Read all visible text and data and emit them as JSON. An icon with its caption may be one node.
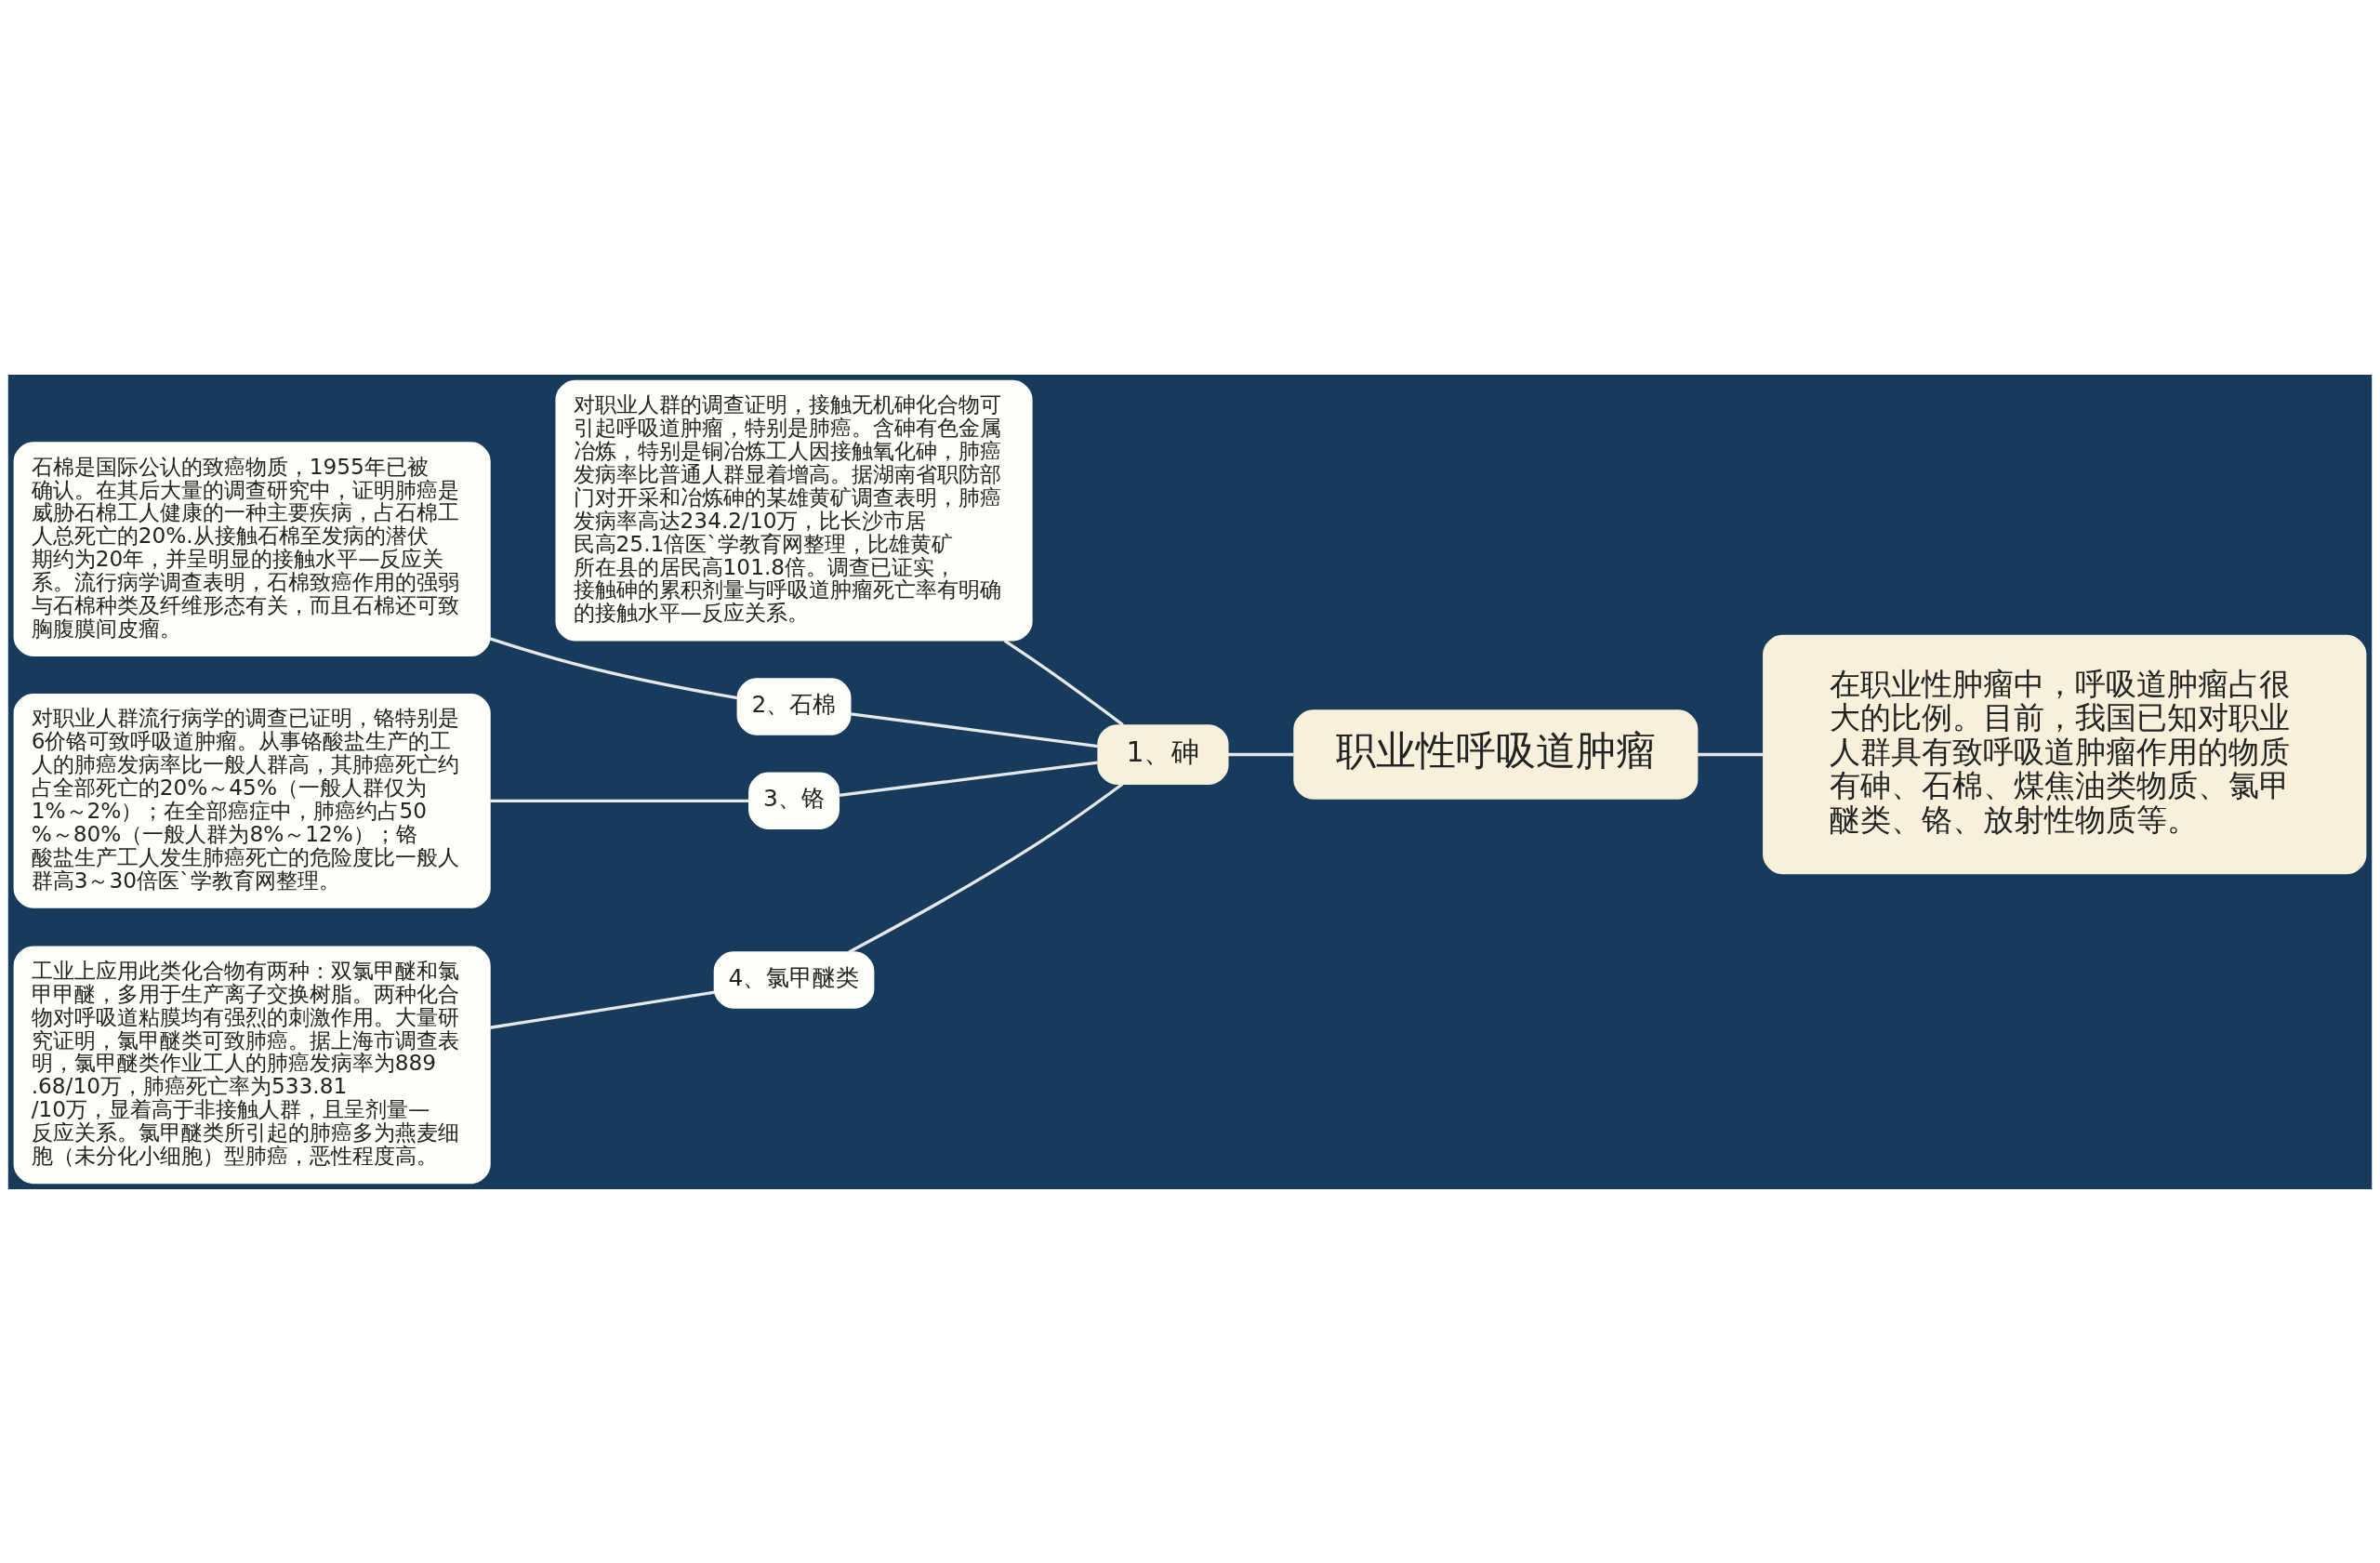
{
  "diagram": {
    "nodes": [
      {
        "text": [
          "职业性呼吸道肿瘤"
        ]
      },
      {
        "text": [
          "在职业性肿瘤中，呼吸道肿瘤占很大的比例。目前，我国已知对职业人群具有致呼吸道肿瘤作用的物质有砷、石棉、煤焦油类物质、氯甲醚类、铬、放射性物质等。"
        ]
      },
      {
        "text": [
          "1、砷"
        ]
      },
      {
        "text": [
          "对职业人群的调查证明，接触无机砷化合物可引起呼吸道肿瘤，特别是肺癌。含砷有色金属冶炼，特别是铜冶炼工人因接触氧化砷，肺癌发病率比普通人群显着增高。据湖南省职防部门对开采和冶炼砷的某雄黄矿调查表明，肺癌发病率高达234.2/10万，比长沙市居民高25.1倍医`学教育网整理，比雄黄矿所在县的居民高101.8倍。调查已证实，接触砷的累积剂量与呼吸道肿瘤死亡率有明确的接触水平—反应关系。"
        ]
      },
      {
        "text": [
          "2、石棉"
        ]
      },
      {
        "text": [
          "石棉是国际公认的致癌物质，1955年已被确认。在其后大量的调查研究中，证明肺癌是威胁石棉工人健康的一种主要疾病，占石棉工人总死亡的20%.从接触石棉至发病的潜伏期约为20年，并呈明显的接触水平—反应关系。流行病学调查表明，石棉致癌作用的强弱与石棉种类及纤维形态有关，而且石棉还可致胸腹膜间皮瘤。"
        ]
      },
      {
        "text": [
          "3、铬"
        ]
      },
      {
        "text": [
          "对职业人群流行病学的调查已证明，铬特别是6价铬可致呼吸道肿瘤。从事铬酸盐生产的工人的肺癌发病率比一般人群高，其肺癌死亡约占全部死亡的20%～45%（一般人群仅为1%～2%）；在全部癌症中，肺癌约占50%～80%（一般人群为8%～12%）；铬酸盐生产工人发生肺癌死亡的危险度比一般人群高3～30倍医`学教育网整理。"
        ]
      },
      {
        "text": [
          "4、氯甲醚类"
        ]
      },
      {
        "text": [
          "工业上应用此类化合物有两种：双氯甲醚和氯甲甲醚，多用于生产离子交换树脂。两种化合物对呼吸道粘膜均有强烈的刺激作用。大量研究证明，氯甲醚类可致肺癌。据上海市调查表明，氯甲醚类作业工人的肺癌发病率为889.68/10万，肺癌死亡率为533.81/10万，显着高于非接触人群，且呈剂量—反应关系。氯甲醚类所引起的肺癌多为燕麦细胞（未分化小细胞）型肺癌，恶性程度高。"
        ]
      }
    ],
    "edges": [
      {
        "from": 0,
        "to": 1,
        "arrow": "none"
      },
      {
        "from": 0,
        "to": 2,
        "arrow": "none"
      },
      {
        "from": 2,
        "to": 3,
        "arrow": "none"
      },
      {
        "from": 2,
        "to": 4,
        "arrow": "none"
      },
      {
        "from": 4,
        "to": 5,
        "arrow": "none"
      },
      {
        "from": 2,
        "to": 6,
        "arrow": "none"
      },
      {
        "from": 6,
        "to": 7,
        "arrow": "none"
      },
      {
        "from": 2,
        "to": 8,
        "arrow": "none"
      },
      {
        "from": 8,
        "to": 9,
        "arrow": "none"
      }
    ]
  }
}
